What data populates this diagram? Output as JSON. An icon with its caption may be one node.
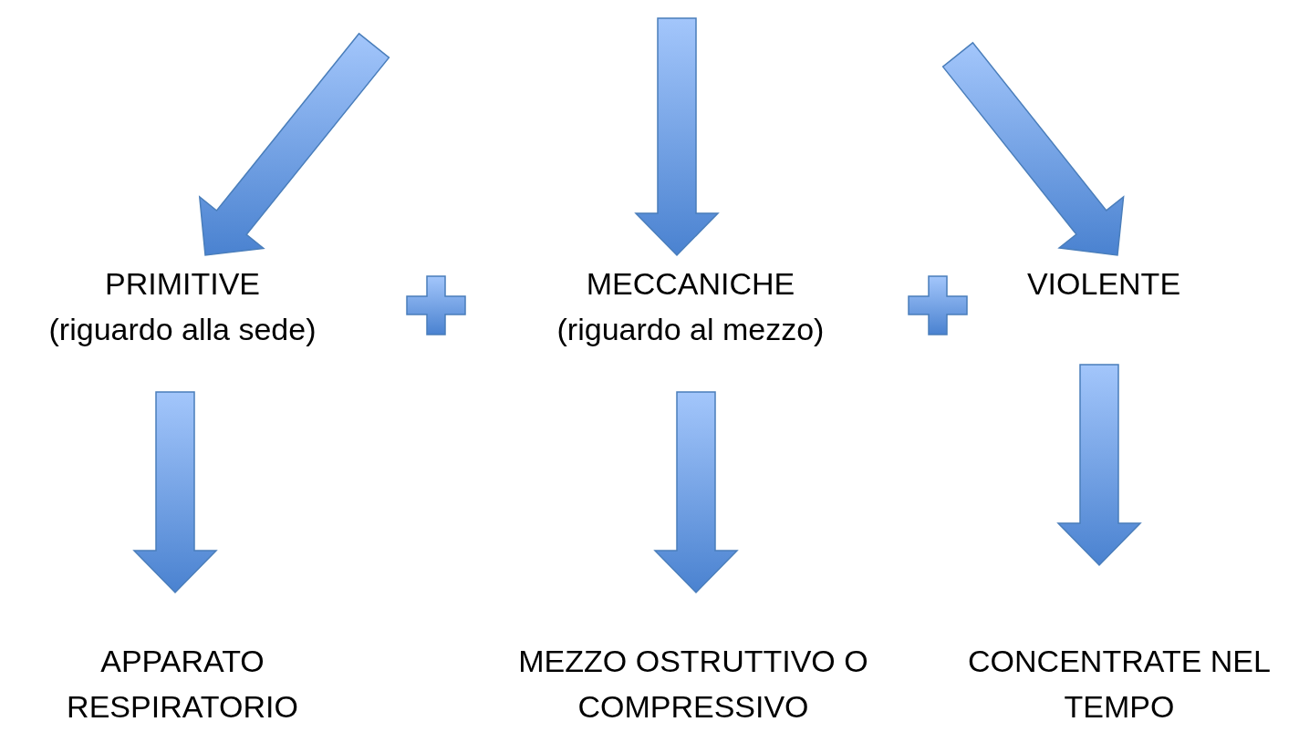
{
  "diagram": {
    "nodes": [
      {
        "text": [
          "PRIMITIVE",
          "(riguardo alla sede)"
        ]
      },
      {
        "text": [
          "MECCANICHE",
          "(riguardo al mezzo)"
        ]
      },
      {
        "text": [
          "VIOLENTE"
        ]
      },
      {
        "text": [
          "APPARATO RESPIRATORIO"
        ]
      },
      {
        "text": [
          "MEZZO OSTRUTTIVO O COMPRESSIVO"
        ]
      },
      {
        "text": [
          "CONCENTRATE NEL TEMPO"
        ]
      }
    ],
    "edges": [
      {
        "from": null,
        "to": 0,
        "arrow": "to"
      },
      {
        "from": null,
        "to": 1,
        "arrow": "to"
      },
      {
        "from": null,
        "to": 2,
        "arrow": "to"
      },
      {
        "from": 0,
        "to": 3,
        "arrow": "to"
      },
      {
        "from": 1,
        "to": 4,
        "arrow": "to"
      },
      {
        "from": 2,
        "to": 5,
        "arrow": "to"
      }
    ]
  }
}
